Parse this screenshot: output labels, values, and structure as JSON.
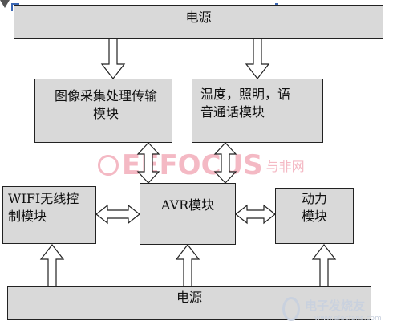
{
  "blocks": {
    "power_top": "电源",
    "image_module": "图像采集处理传输\n模块",
    "sensor_module": "温度，照明，语\n音通话模块",
    "wifi_module": "WIFI无线控\n制模块",
    "avr_module": "AVR模块",
    "power_module": "动力\n模块",
    "power_bottom": "电源"
  },
  "watermarks": {
    "center_logo": "EEFOCUS",
    "center_suffix": "与非网",
    "bottom_right": "电子发烧友",
    "bottom_right_url": "www.elecfans.com"
  },
  "colors": {
    "box_fill": "#d9d9d9",
    "border": "#222222",
    "watermark": "#f4b9c4",
    "corner_mark": "#3a66b4"
  }
}
